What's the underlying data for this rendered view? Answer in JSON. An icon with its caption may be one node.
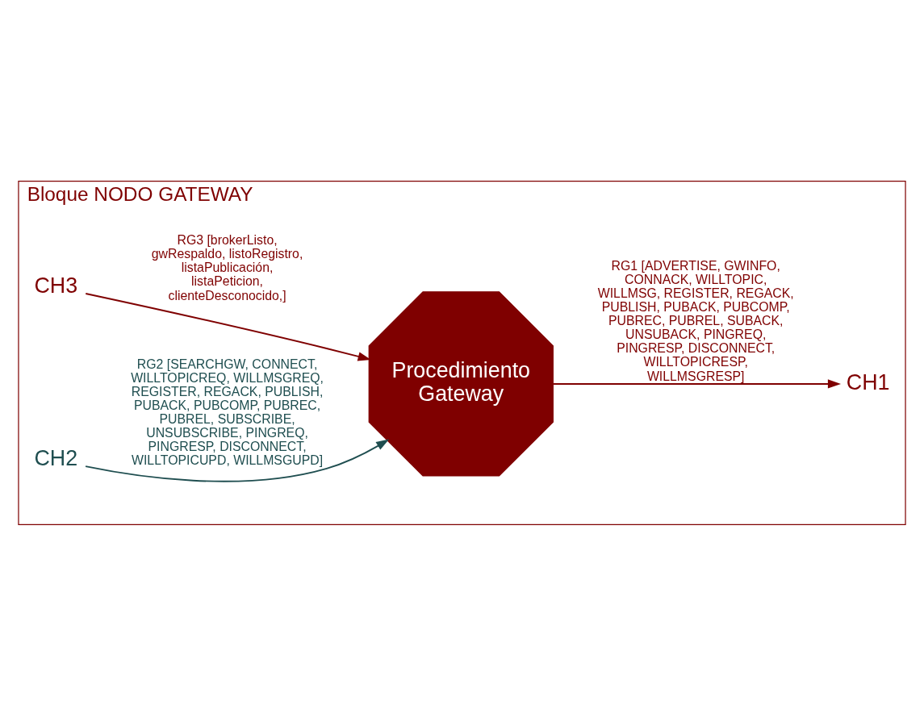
{
  "diagram": {
    "nodes": [
      {
        "text": [
          "Bloque NODO GATEWAY"
        ]
      },
      {
        "text": [
          "CH1"
        ],
        "in": 0
      },
      {
        "text": [
          "CH3"
        ],
        "in": 0
      },
      {
        "text": [
          "Procedimiento Gateway"
        ],
        "in": 0
      },
      {
        "text": [
          "CH2"
        ],
        "in": 0
      }
    ],
    "edges": [
      {
        "from": 3,
        "to": 1,
        "arrow": "to",
        "label": "RG1 [ADVERTISE, GWINFO, CONNACK, WILLTOPIC, WILLMSG, REGISTER, REGACK, PUBLISH, PUBACK, PUBCOMP, PUBREC, PUBREL, SUBACK, UNSUBACK, PINGREQ, PINGRESP, DISCONNECT, WILLTOPICRESP, WILLMSGRESP]"
      },
      {
        "from": 4,
        "to": 3,
        "arrow": "to",
        "color": "#1f4e50",
        "label": "RG2 [SEARCHGW, CONNECT, WILLTOPICREQ, WILLMSGREQ, REGISTER, REGACK, PUBLISH, PUBACK, PUBCOMP, PUBREC, PUBREL, SUBSCRIBE, UNSUBSCRIBE, PINGREQ, PINGRESP, DISCONNECT, WILLTOPICUPD, WILLMSGUPD]"
      },
      {
        "from": 2,
        "to": 3,
        "arrow": "to",
        "label": "RG3 [brokerListo, gwRespaldo, listoRegistro, listaPublicación, listaPeticion, clienteDesconocido,]"
      }
    ]
  }
}
